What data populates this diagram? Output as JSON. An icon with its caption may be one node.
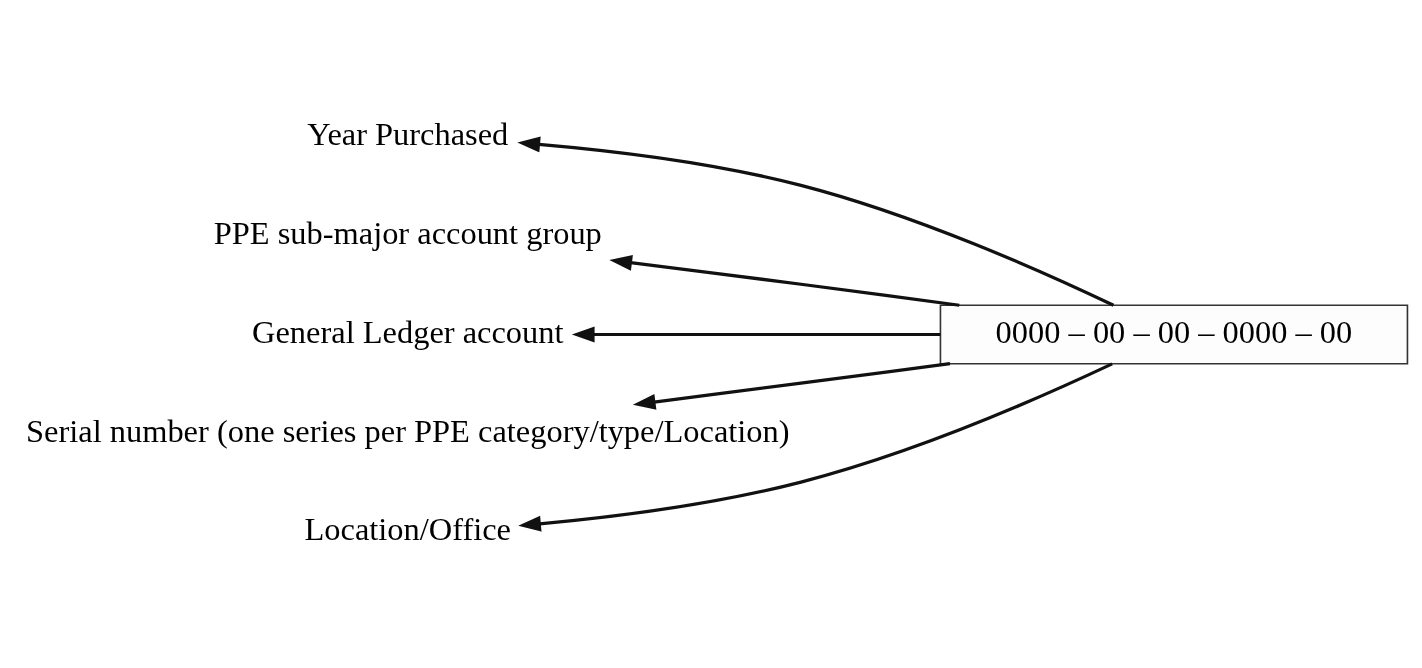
{
  "diagram": {
    "nodes": [
      {
        "text": [
          "0000 – 00 – 00 – 0000 – 00"
        ]
      },
      {
        "text": [
          "Year Purchased"
        ]
      },
      {
        "text": [
          "PPE sub-major account group"
        ]
      },
      {
        "text": [
          "General Ledger account"
        ]
      },
      {
        "text": [
          "Serial number (one series per PPE category/type/Location)"
        ]
      },
      {
        "text": [
          "Location/Office"
        ]
      }
    ],
    "edges": [
      {
        "from": 0,
        "to": 1,
        "arrow": "to"
      },
      {
        "from": 0,
        "to": 2,
        "arrow": "to"
      },
      {
        "from": 0,
        "to": 3,
        "arrow": "to"
      },
      {
        "from": 0,
        "to": 4,
        "arrow": "to"
      },
      {
        "from": 0,
        "to": 5,
        "arrow": "to"
      }
    ]
  }
}
